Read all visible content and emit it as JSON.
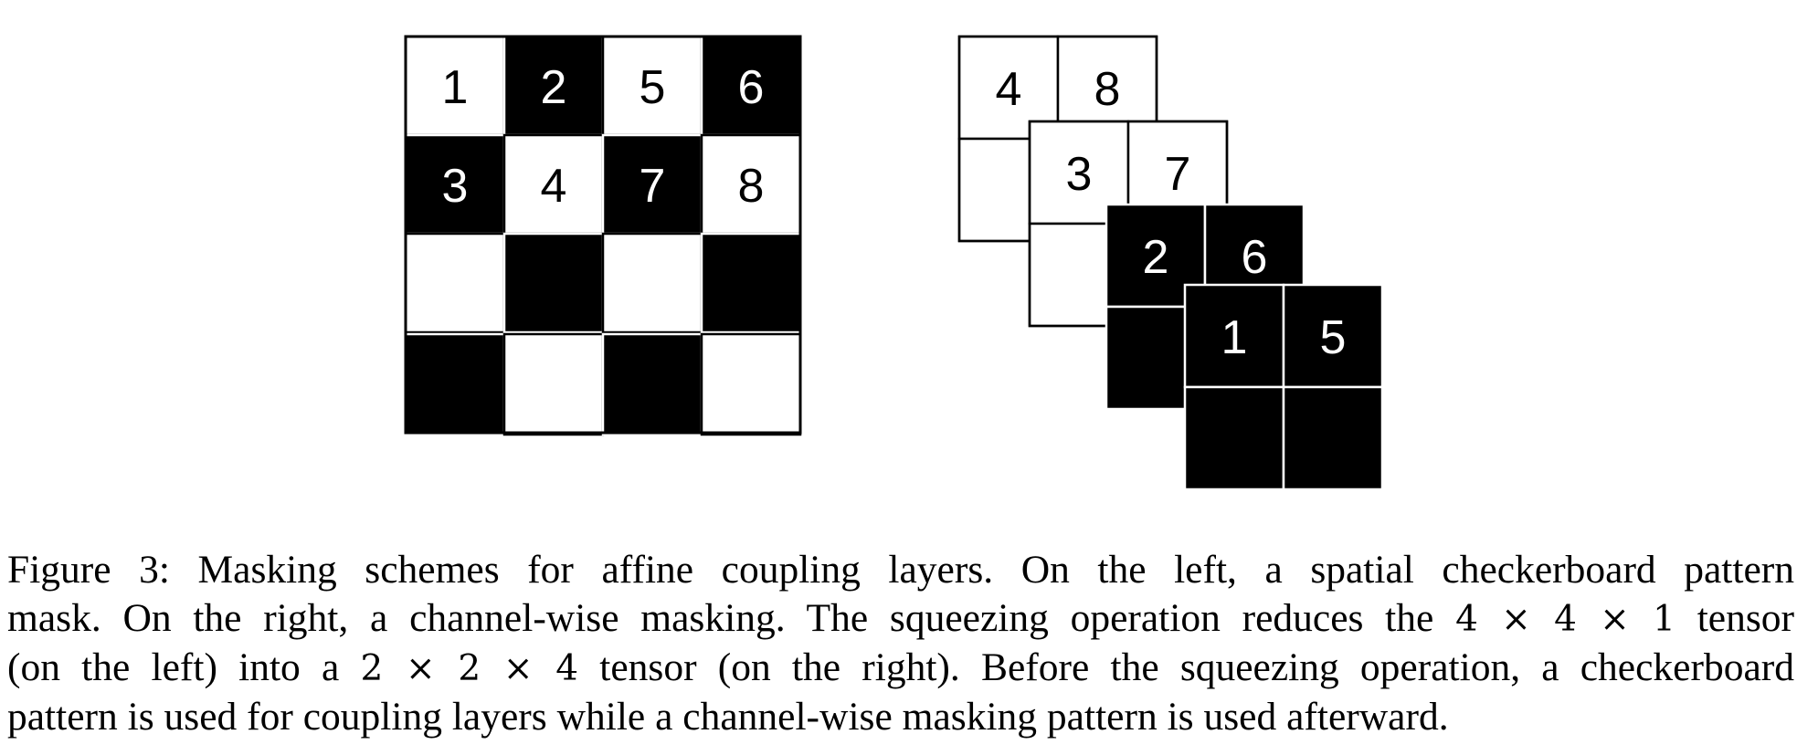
{
  "figure": {
    "checkerboard": {
      "rows": [
        [
          {
            "fill": "white",
            "label": "1"
          },
          {
            "fill": "black",
            "label": "2"
          },
          {
            "fill": "white",
            "label": "5"
          },
          {
            "fill": "black",
            "label": "6"
          }
        ],
        [
          {
            "fill": "black",
            "label": "3"
          },
          {
            "fill": "white",
            "label": "4"
          },
          {
            "fill": "black",
            "label": "7"
          },
          {
            "fill": "white",
            "label": "8"
          }
        ],
        [
          {
            "fill": "white",
            "label": ""
          },
          {
            "fill": "black",
            "label": ""
          },
          {
            "fill": "white",
            "label": ""
          },
          {
            "fill": "black",
            "label": ""
          }
        ],
        [
          {
            "fill": "black",
            "label": ""
          },
          {
            "fill": "white",
            "label": ""
          },
          {
            "fill": "black",
            "label": ""
          },
          {
            "fill": "white",
            "label": ""
          }
        ]
      ]
    },
    "channels": [
      {
        "fill": "white",
        "labels": [
          "4",
          "8",
          "",
          ""
        ]
      },
      {
        "fill": "white",
        "labels": [
          "3",
          "7",
          "",
          ""
        ]
      },
      {
        "fill": "black",
        "labels": [
          "2",
          "6",
          "",
          ""
        ]
      },
      {
        "fill": "black",
        "labels": [
          "1",
          "5",
          "",
          ""
        ]
      }
    ],
    "colors": {
      "black": "#000000",
      "white": "#ffffff"
    }
  },
  "caption": {
    "line1": "Figure 3: Masking schemes for affine coupling layers. On the left, a spatial checkerboard pattern",
    "line2_a": "mask. On the right, a channel-wise masking. The squeezing operation reduces the",
    "line2_math": "4 × 4 × 1",
    "line2_b": "tensor",
    "line3_a": "(on the left) into a",
    "line3_math": "2 × 2 × 4",
    "line3_b": "tensor (on the right). Before the squeezing operation, a checkerboard",
    "line4": "pattern is used for coupling layers while a channel-wise masking pattern is used afterward."
  }
}
